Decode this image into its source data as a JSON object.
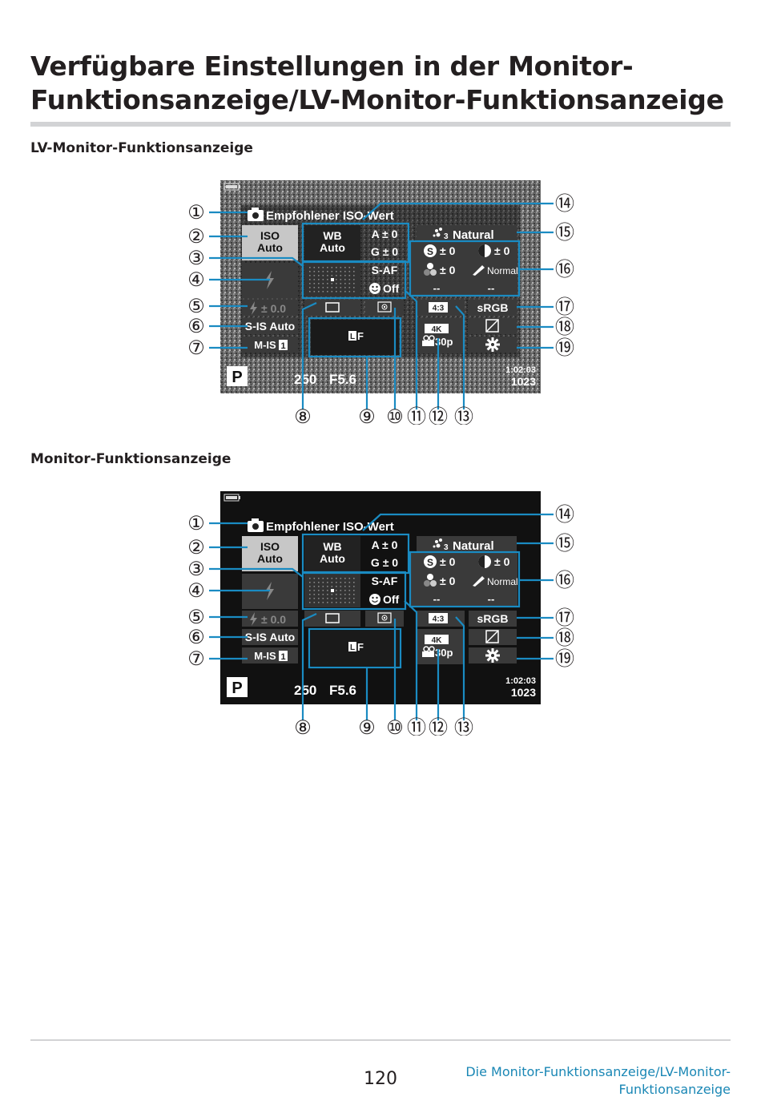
{
  "page": {
    "title_line1": "Verfügbare Einstellungen in der Monitor-",
    "title_line2": "Funktionsanzeige/LV-Monitor-Funktionsanzeige",
    "page_number": "120",
    "footer_line1": "Die Monitor-Funktionsanzeige/LV-Monitor-",
    "footer_line2": "Funktionsanzeige"
  },
  "sections": [
    {
      "heading": "LV-Monitor-Funktionsanzeige"
    },
    {
      "heading": "Monitor-Funktionsanzeige"
    }
  ],
  "display": {
    "empfohlener": "Empfohlener ISO-Wert",
    "iso_line1": "ISO",
    "iso_line2": "Auto",
    "wb_line1": "WB",
    "wb_line2": "Auto",
    "wb_a": "A ± 0",
    "wb_g": "G ± 0",
    "af_mode": "S-AF",
    "face": "Off",
    "flash_comp": "± 0.0",
    "is_mode": "S-IS Auto",
    "movie_is": "M-IS",
    "movie_is_num": "1",
    "quality": "F",
    "quality_letter": "L",
    "picture_mode": "Natural",
    "picture_mode_num": "3",
    "sharp": "± 0",
    "contrast": "± 0",
    "saturation": "± 0",
    "gradation": "Normal",
    "dash1": "--",
    "dash2": "--",
    "aspect": "4:3",
    "color_space": "sRGB",
    "movie_res": "4K",
    "movie_fps": "30p",
    "mode": "P",
    "shutter": "250",
    "aperture": "F5.6",
    "time": "1:02:03",
    "shots": "1023"
  },
  "callouts": [
    "①",
    "②",
    "③",
    "④",
    "⑤",
    "⑥",
    "⑦",
    "⑧",
    "⑨",
    "⑩",
    "⑪",
    "⑫",
    "⑬",
    "⑭",
    "⑮",
    "⑯",
    "⑰",
    "⑱",
    "⑲"
  ],
  "colors": {
    "callout_line": "#1a8bc2",
    "heading_text": "#231f20",
    "footer_link": "#1a87b5",
    "rule": "#d2d3d5",
    "screen_bg": "#111111",
    "tile_bg": "#3a3a3a"
  }
}
